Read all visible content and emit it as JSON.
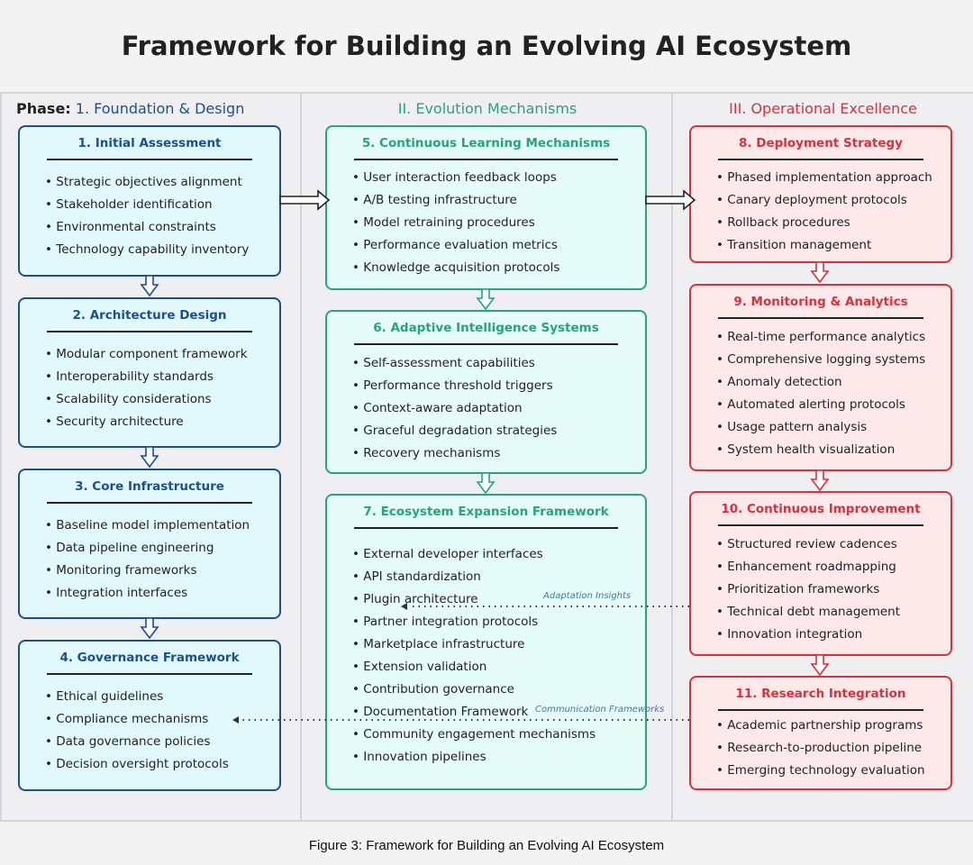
{
  "title": "Framework for Building an Evolving AI Ecosystem",
  "caption": "Figure 3: Framework for Building an Evolving AI Ecosystem",
  "colors": {
    "blue": "#1b4f94",
    "blue_fill": "#e1f8fd",
    "green": "#23a67a",
    "green_fill": "#e6fcf7",
    "red": "#d7323d",
    "red_fill": "#fde8ea"
  },
  "phases": [
    {
      "prefix": "Phase:",
      "label": "1. Foundation & Design"
    },
    {
      "label": "II. Evolution Mechanisms"
    },
    {
      "label": "III. Operational Excellence"
    }
  ],
  "boxes": [
    {
      "title": "1. Initial Assessment",
      "items": [
        "Strategic objectives alignment",
        "Stakeholder identification",
        "Environmental constraints",
        "Technology capability inventory"
      ]
    },
    {
      "title": "2. Architecture Design",
      "items": [
        "Modular component framework",
        "Interoperability standards",
        "Scalability considerations",
        "Security architecture"
      ]
    },
    {
      "title": "3. Core Infrastructure",
      "items": [
        "Baseline model implementation",
        "Data pipeline engineering",
        "Monitoring frameworks",
        "Integration interfaces"
      ]
    },
    {
      "title": "4. Governance Framework",
      "items": [
        "Ethical guidelines",
        "Compliance mechanisms",
        "Data governance policies",
        "Decision oversight protocols"
      ]
    },
    {
      "title": "5. Continuous Learning Mechanisms",
      "items": [
        "User interaction feedback loops",
        "A/B testing infrastructure",
        "Model retraining procedures",
        "Performance evaluation metrics",
        "Knowledge acquisition protocols"
      ]
    },
    {
      "title": "6. Adaptive Intelligence Systems",
      "items": [
        "Self-assessment capabilities",
        "Performance threshold triggers",
        "Context-aware adaptation",
        "Graceful degradation strategies",
        "Recovery mechanisms"
      ]
    },
    {
      "title": "7. Ecosystem Expansion Framework",
      "items": [
        "External developer interfaces",
        "API standardization",
        "Plugin architecture",
        "Partner integration protocols",
        "Marketplace infrastructure",
        "Extension validation",
        "Contribution governance",
        "Documentation Framework",
        "Community engagement mechanisms",
        "Innovation pipelines"
      ]
    },
    {
      "title": "8. Deployment Strategy",
      "items": [
        "Phased implementation approach",
        "Canary deployment protocols",
        "Rollback procedures",
        "Transition management"
      ]
    },
    {
      "title": "9. Monitoring & Analytics",
      "items": [
        "Real-time performance analytics",
        "Comprehensive logging systems",
        "Anomaly detection",
        "Automated alerting protocols",
        "Usage pattern analysis",
        "System health visualization"
      ]
    },
    {
      "title": "10. Continuous Improvement",
      "items": [
        "Structured review cadences",
        "Enhancement roadmapping",
        "Prioritization frameworks",
        "Technical debt management",
        "Innovation integration"
      ]
    },
    {
      "title": "11. Research Integration",
      "items": [
        "Academic partnership programs",
        "Research-to-production pipeline",
        "Emerging technology evaluation"
      ]
    }
  ],
  "feedback_labels": [
    "Adaptation Insights",
    "Communication Frameworks"
  ]
}
